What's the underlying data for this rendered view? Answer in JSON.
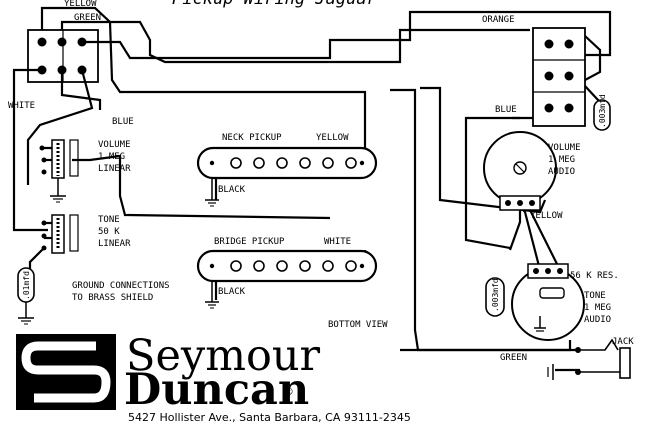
{
  "title": "Pickup Wiring Jaguar",
  "labels": {
    "yellow_top": "YELLOW",
    "green_top": "GREEN",
    "white_left": "WHITE",
    "blue_left": "BLUE",
    "orange": "ORANGE",
    "blue_right": "BLUE",
    "neck_pickup": "NECK PICKUP",
    "neck_yellow": "YELLOW",
    "neck_black": "BLACK",
    "bridge_pickup": "BRIDGE PICKUP",
    "bridge_white": "WHITE",
    "bridge_black": "BLACK",
    "volume_left": [
      "VOLUME",
      "1 MEG",
      "LINEAR"
    ],
    "tone_left": [
      "TONE",
      "50 K",
      "LINEAR"
    ],
    "ground_note": [
      "GROUND CONNECTIONS",
      "TO BRASS SHIELD"
    ],
    "volume_right": [
      "VOLUME",
      "1 MEG",
      "AUDIO"
    ],
    "yellow_right": "YELLOW",
    "res_label": "56 K RES.",
    "tone_right": [
      "TONE",
      "1 MEG",
      "AUDIO"
    ],
    "bottom_view": "BOTTOM VIEW",
    "green_bottom": "GREEN",
    "jack": "JACK",
    "cap_left": ".01mfd",
    "cap_right": ".003mfd",
    "cap_bottom": ".003mfd"
  },
  "brand": {
    "name_top": "Seymour",
    "name_bottom": "Duncan",
    "registered": "®",
    "address": "5427 Hollister Ave., Santa Barbara, CA 93111-2345"
  }
}
